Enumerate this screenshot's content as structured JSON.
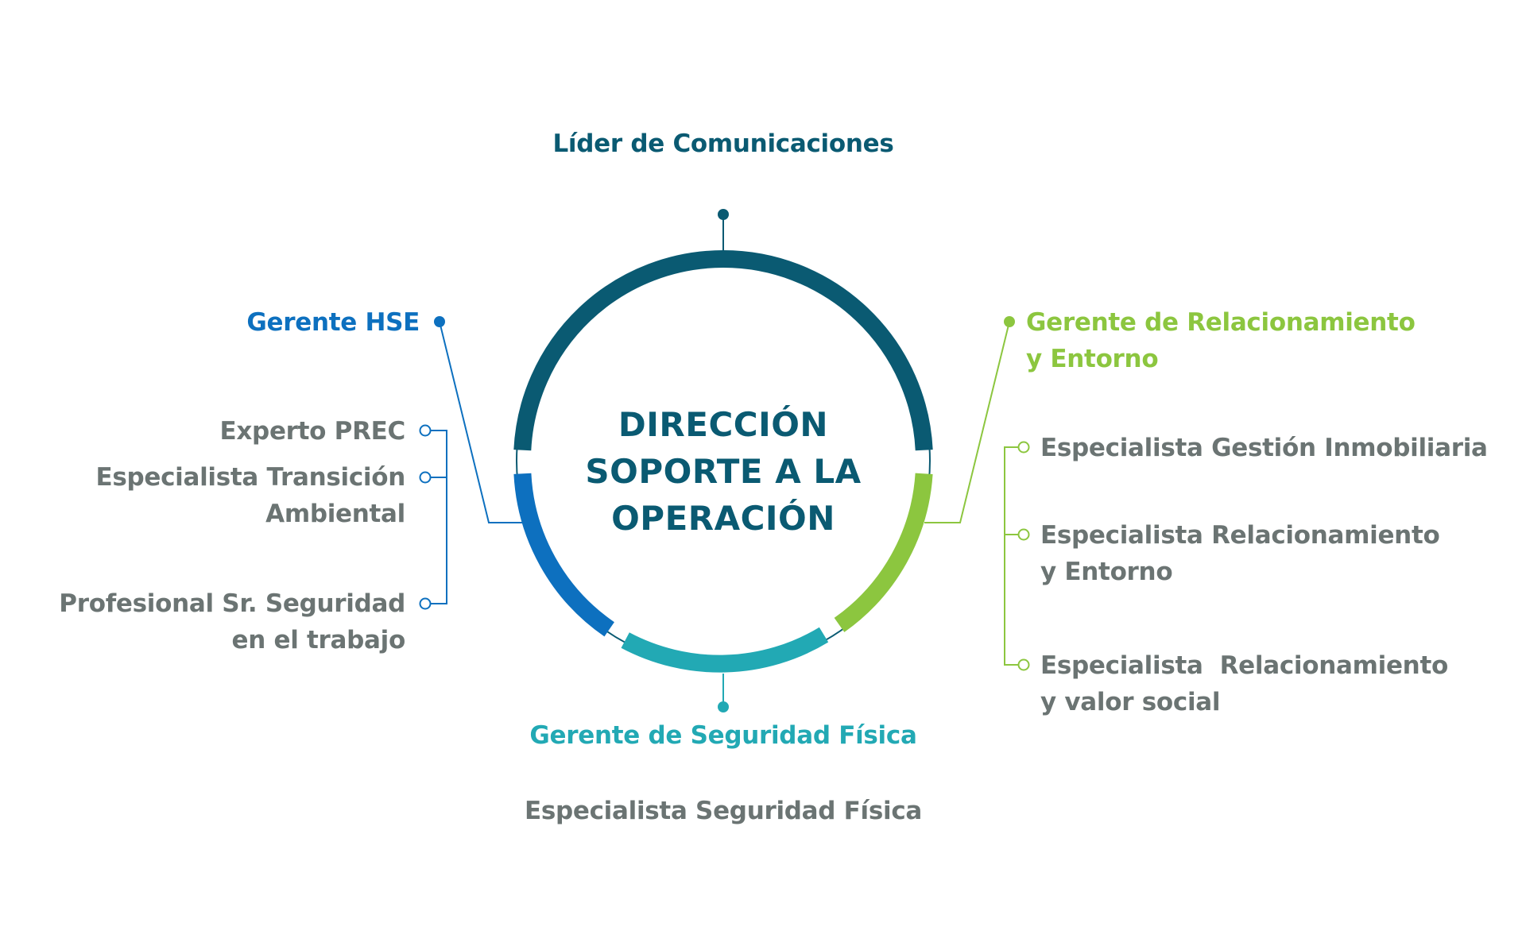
{
  "center": {
    "line1": "DIRECCIÓN",
    "line2": "SOPORTE A LA",
    "line3": "OPERACIÓN"
  },
  "top": {
    "title": "Líder de Comunicaciones"
  },
  "left": {
    "title": "Gerente HSE",
    "items": [
      {
        "line1": "Experto PREC",
        "line2": ""
      },
      {
        "line1": "Especialista Transición",
        "line2": "Ambiental"
      },
      {
        "line1": "Profesional Sr. Seguridad",
        "line2": "en el trabajo"
      }
    ]
  },
  "right": {
    "title_line1": "Gerente de Relacionamiento",
    "title_line2": "y Entorno",
    "items": [
      {
        "line1": "Especialista Gestión Inmobiliaria",
        "line2": ""
      },
      {
        "line1": "Especialista Relacionamiento",
        "line2": "y Entorno"
      },
      {
        "line1": "Especialista  Relacionamiento",
        "line2": "y valor social"
      }
    ]
  },
  "bottom": {
    "title": "Gerente de Seguridad Física",
    "items": [
      {
        "line1": "Especialista Seguridad Física"
      }
    ]
  },
  "colors": {
    "navy": "#0a5a72",
    "blue": "#0d70bf",
    "green": "#8cc63f",
    "teal": "#22a9b4",
    "gray": "#6b7473"
  }
}
